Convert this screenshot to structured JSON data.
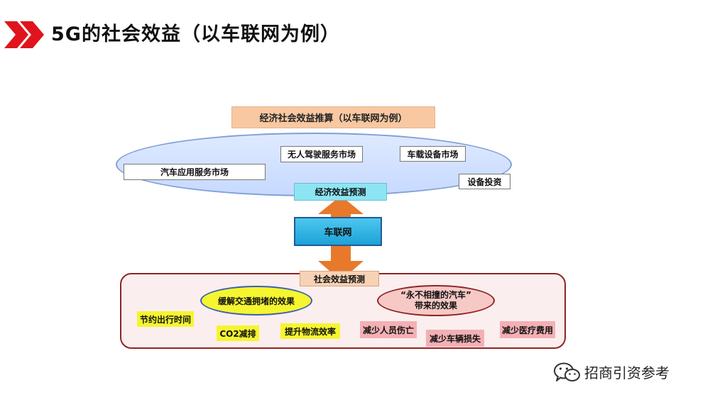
{
  "header": {
    "title": "5G的社会效益（以车联网为例）"
  },
  "diagram": {
    "economic": {
      "header": "经济社会效益推算（以车联网为例）",
      "markets": {
        "auto_app_services": "汽车应用服务市场",
        "driverless_services": "无人驾驶服务市场",
        "vehicle_equipment": "车载设备市场",
        "equipment_investment": "设备投资"
      },
      "forecast": "经济效益预测"
    },
    "center": "车联网",
    "social": {
      "forecast": "社会效益预测",
      "congestion_effect": "缓解交通拥堵的效果",
      "no_collision_line1": "“永不相撞的汽车”",
      "no_collision_line2": "带来的效果",
      "save_travel_time": "节约出行时间",
      "co2_reduction": "CO2减排",
      "logistics_efficiency": "提升物流效率",
      "reduce_casualties": "减少人员伤亡",
      "reduce_vehicle_loss": "减少车辆损失",
      "reduce_medical_cost": "减少医疗费用"
    }
  },
  "watermark": {
    "icon": "wechat-icon",
    "text": "招商引资参考"
  },
  "colors": {
    "title_chevron": "#e0141c",
    "econ_header_bg": "#f7c8a2",
    "econ_ellipse_bg": "#c6d9ff",
    "forecast_cyan": "#8de5f4",
    "iov_blue": "#1ea2d8",
    "arrow_orange": "#e8792b",
    "social_border": "#8f2424",
    "yellow": "#f5f530",
    "pink": "#f3b0b5"
  }
}
